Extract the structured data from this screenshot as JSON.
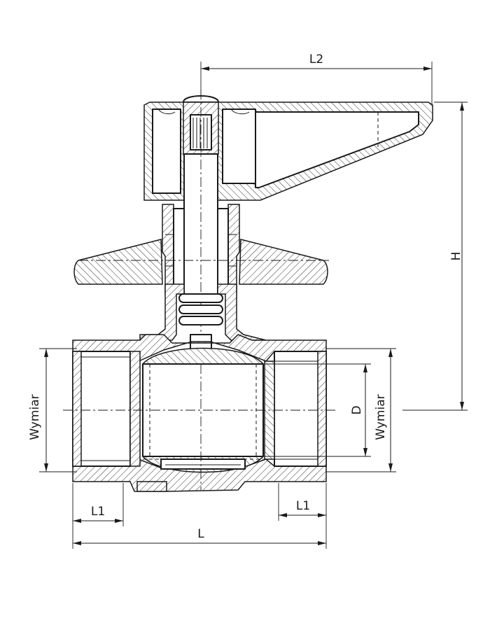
{
  "dimensions": {
    "l2": "L2",
    "h": "H",
    "d": "D",
    "wymiar_left": "Wymiar",
    "wymiar_right": "Wymiar",
    "l1_left": "L1",
    "l1_right": "L1",
    "l": "L"
  }
}
